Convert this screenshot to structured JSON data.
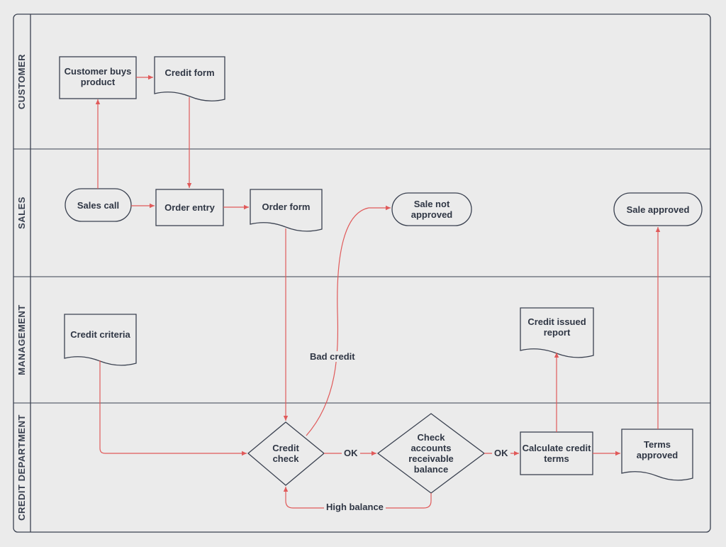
{
  "lanes": [
    {
      "key": "customer",
      "label": "CUSTOMER"
    },
    {
      "key": "sales",
      "label": "SALES"
    },
    {
      "key": "management",
      "label": "MANAGEMENT"
    },
    {
      "key": "credit",
      "label": "CREDIT DEPARTMENT"
    }
  ],
  "nodes": {
    "customer_buys": "Customer buys product",
    "credit_form": "Credit form",
    "sales_call": "Sales call",
    "order_entry": "Order entry",
    "order_form": "Order form",
    "sale_not_approved": "Sale not approved",
    "sale_approved": "Sale approved",
    "credit_criteria": "Credit criteria",
    "credit_issued_report": "Credit issued report",
    "credit_check": "Credit check",
    "check_ar": "Check accounts receivable balance",
    "calculate_terms": "Calculate credit terms",
    "terms_approved": "Terms approved"
  },
  "edge_labels": {
    "bad_credit": "Bad credit",
    "ok_1": "OK",
    "ok_2": "OK",
    "high_balance": "High balance"
  },
  "colors": {
    "background": "#ebebeb",
    "stroke": "#3a4150",
    "arrow": "#e05a5a",
    "text": "#2f3644"
  }
}
